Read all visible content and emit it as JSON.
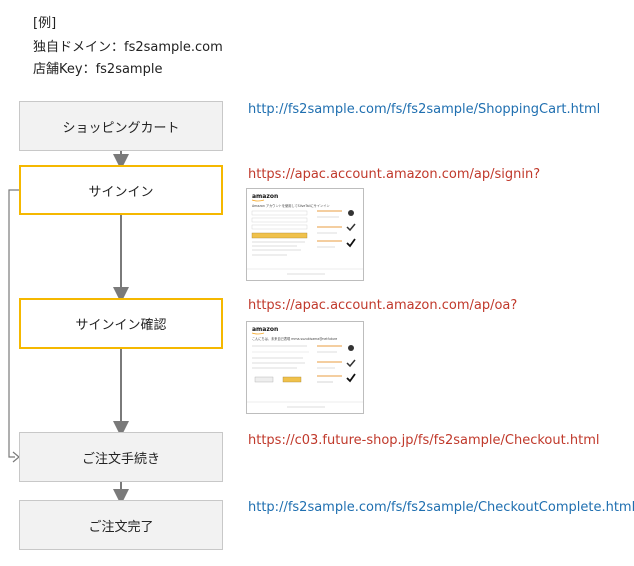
{
  "header": {
    "line1": "[例]",
    "line2": "独自ドメイン：fs2sample.com",
    "line3": "店舗Key：fs2sample"
  },
  "steps": [
    {
      "label": "ショッピングカート",
      "url": "http://fs2sample.com/fs/fs2sample/ShoppingCart.html"
    },
    {
      "label": "サインイン",
      "url": "https://apac.account.amazon.com/ap/signin?"
    },
    {
      "label": "サインイン確認",
      "url": "https://apac.account.amazon.com/ap/oa?"
    },
    {
      "label": "ご注文手続き",
      "url": "https://c03.future-shop.jp/fs/fs2sample/Checkout.html"
    },
    {
      "label": "ご注文完了",
      "url": "http://fs2sample.com/fs/fs2sample/CheckoutComplete.html"
    }
  ],
  "thumbnails": [
    {
      "logo": "amazon",
      "caption": "Amazon アカウントを使用してSilveTailにサインイン"
    },
    {
      "logo": "amazon",
      "caption": "こんにちは、未来自己表現 mma.suzukisama@netfuture"
    }
  ],
  "colors": {
    "url_blue": "#1f6fb0",
    "url_red": "#c0392b",
    "box_highlight": "#f5b800",
    "arrow": "#7a7a7a"
  }
}
